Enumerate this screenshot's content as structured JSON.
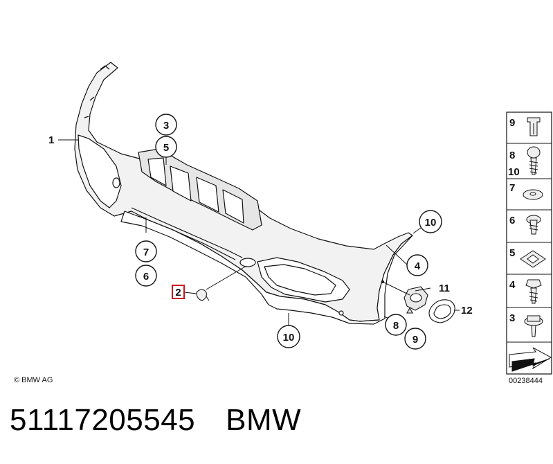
{
  "copyright": "© BMW AG",
  "diagram_number": "00238444",
  "part_number": "51117205545",
  "brand": "BMW",
  "callouts": {
    "c1": "1",
    "c2": "2",
    "c3": "3",
    "c4": "4",
    "c5": "5",
    "c6": "6",
    "c7": "7",
    "c8": "8",
    "c9": "9",
    "c10a": "10",
    "c10b": "10",
    "c11": "11",
    "c12": "12"
  },
  "legend": {
    "r1": "9",
    "r2a": "8",
    "r2b": "10",
    "r3": "7",
    "r4": "6",
    "r5": "5",
    "r6": "4",
    "r7": "3"
  },
  "colors": {
    "line": "#111111",
    "highlight": "#d0101a",
    "shade": "#e6e6e6"
  }
}
